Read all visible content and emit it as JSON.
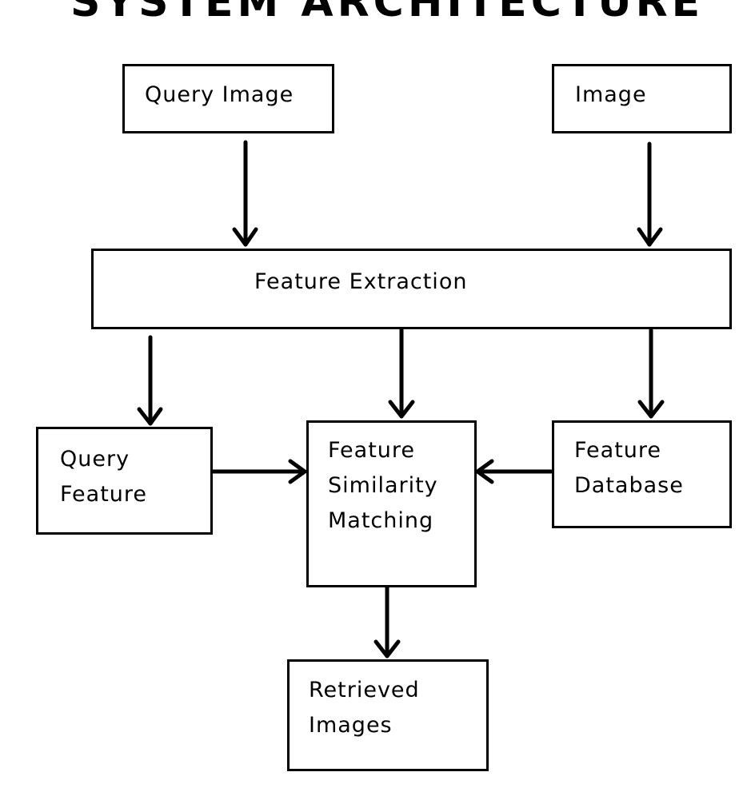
{
  "title": "SYSTEM ARCHITECTURE",
  "nodes": {
    "query_image": {
      "lines": [
        "Query Image"
      ]
    },
    "image": {
      "lines": [
        "Image"
      ]
    },
    "feature_extraction": {
      "lines": [
        "Feature Extraction"
      ]
    },
    "query_feature": {
      "lines": [
        "Query",
        "Feature"
      ]
    },
    "feature_similarity_matching": {
      "lines": [
        "Feature",
        "Similarity",
        "Matching"
      ]
    },
    "feature_database": {
      "lines": [
        "Feature",
        "Database"
      ]
    },
    "retrieved_images": {
      "lines": [
        "Retrieved",
        "Images"
      ]
    }
  },
  "edges": [
    {
      "from": "Query Image",
      "to": "Feature Extraction"
    },
    {
      "from": "Image",
      "to": "Feature Extraction"
    },
    {
      "from": "Feature Extraction",
      "to": "Query Feature"
    },
    {
      "from": "Feature Extraction",
      "to": "Feature Similarity Matching"
    },
    {
      "from": "Feature Extraction",
      "to": "Feature Database"
    },
    {
      "from": "Query Feature",
      "to": "Feature Similarity Matching"
    },
    {
      "from": "Feature Database",
      "to": "Feature Similarity Matching"
    },
    {
      "from": "Feature Similarity Matching",
      "to": "Retrieved Images"
    }
  ]
}
